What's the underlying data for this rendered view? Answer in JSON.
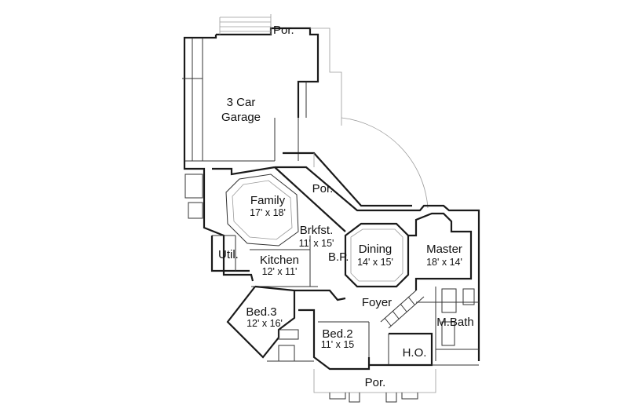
{
  "plan": {
    "rooms": [
      {
        "id": "por-top",
        "name": "Por.",
        "dims": ""
      },
      {
        "id": "garage",
        "name": "3 Car",
        "name2": "Garage",
        "dims": ""
      },
      {
        "id": "por-mid",
        "name": "Por.",
        "dims": ""
      },
      {
        "id": "family",
        "name": "Family",
        "dims": "17' x 18'"
      },
      {
        "id": "brkfst",
        "name": "Brkfst.",
        "dims": "11' x 15'"
      },
      {
        "id": "dining",
        "name": "Dining",
        "dims": "14' x 15'"
      },
      {
        "id": "master",
        "name": "Master",
        "dims": "18' x 14'"
      },
      {
        "id": "util",
        "name": "Util.",
        "dims": ""
      },
      {
        "id": "kitchen",
        "name": "Kitchen",
        "dims": "12' x 11'"
      },
      {
        "id": "bp",
        "name": "B.P.",
        "dims": ""
      },
      {
        "id": "foyer",
        "name": "Foyer",
        "dims": ""
      },
      {
        "id": "bed3",
        "name": "Bed.3",
        "dims": "12' x 16'"
      },
      {
        "id": "bed2",
        "name": "Bed.2",
        "dims": "11' x 15"
      },
      {
        "id": "mbath",
        "name": "M.Bath",
        "dims": ""
      },
      {
        "id": "ho",
        "name": "H.O.",
        "dims": ""
      },
      {
        "id": "por-bottom",
        "name": "Por.",
        "dims": ""
      }
    ]
  }
}
